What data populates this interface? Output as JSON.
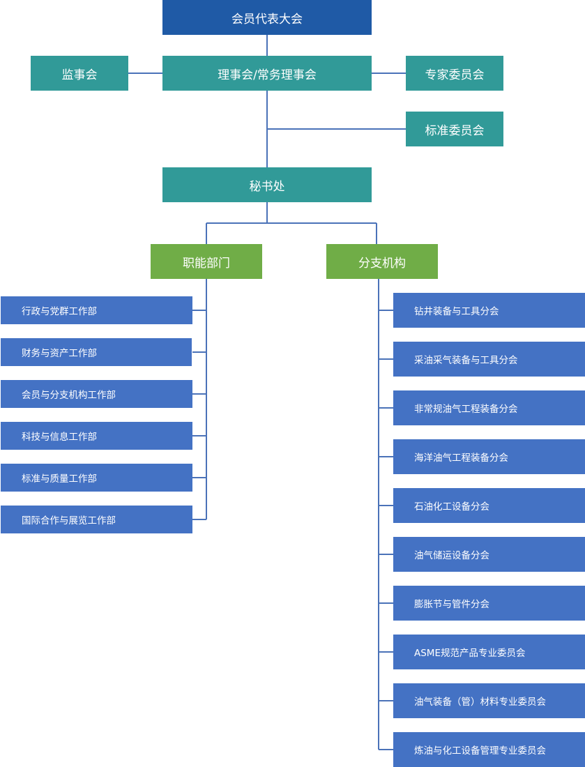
{
  "colors": {
    "top": "#1f5aa6",
    "teal": "#319a98",
    "green": "#70ad47",
    "blue": "#4472c4",
    "connector": "#4a72b8"
  },
  "org": {
    "assembly": "会员代表大会",
    "board": "理事会/常务理事会",
    "supervisors": "监事会",
    "experts": "专家委员会",
    "standards": "标准委员会",
    "secretariat": "秘书处",
    "functional": "职能部门",
    "branches": "分支机构",
    "departments": [
      "行政与党群工作部",
      "财务与资产工作部",
      "会员与分支机构工作部",
      "科技与信息工作部",
      "标准与质量工作部",
      "国际合作与展览工作部"
    ],
    "branch_units": [
      "钻井装备与工具分会",
      "采油采气装备与工具分会",
      "非常规油气工程装备分会",
      "海洋油气工程装备分会",
      "石油化工设备分会",
      "油气储运设备分会",
      "膨胀节与管件分会",
      "ASME规范产品专业委员会",
      "油气装备（管）材料专业委员会",
      "炼油与化工设备管理专业委员会"
    ]
  }
}
